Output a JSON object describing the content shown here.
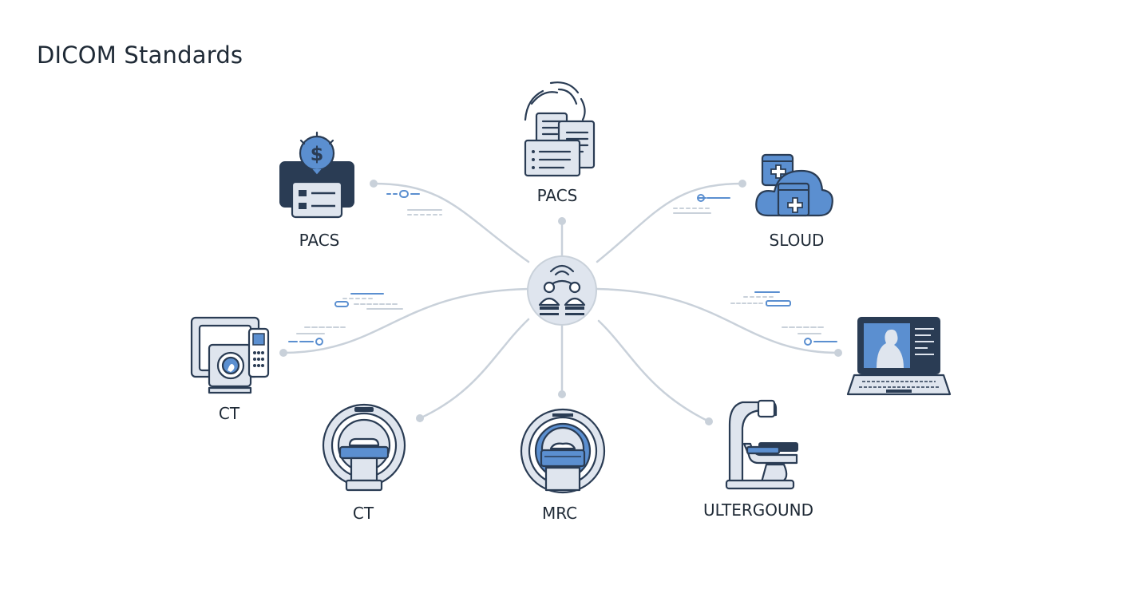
{
  "title": "DICOM Standards",
  "nodes": [
    {
      "id": "pacs-top",
      "label": "PACS",
      "icon": "documents-icon"
    },
    {
      "id": "pacs-left",
      "label": "PACS",
      "icon": "billing-terminal-icon"
    },
    {
      "id": "cloud",
      "label": "SLOUD",
      "icon": "cloud-medical-icon"
    },
    {
      "id": "ct-left",
      "label": "CT",
      "icon": "imaging-console-icon"
    },
    {
      "id": "workstation",
      "label": "",
      "icon": "laptop-xray-icon"
    },
    {
      "id": "ct-bottom",
      "label": "CT",
      "icon": "ct-scanner-icon"
    },
    {
      "id": "mrc",
      "label": "MRC",
      "icon": "mri-scanner-icon"
    },
    {
      "id": "ultrasound",
      "label": "ULTERGOUND",
      "icon": "ultrasound-machine-icon"
    }
  ],
  "hub": {
    "icon": "network-hub-icon"
  },
  "colors": {
    "line": "#c9d1da",
    "dark": "#2a3c54",
    "accent": "#5b8fd0",
    "fill": "#dfe5ee",
    "text": "#1f2a36"
  }
}
